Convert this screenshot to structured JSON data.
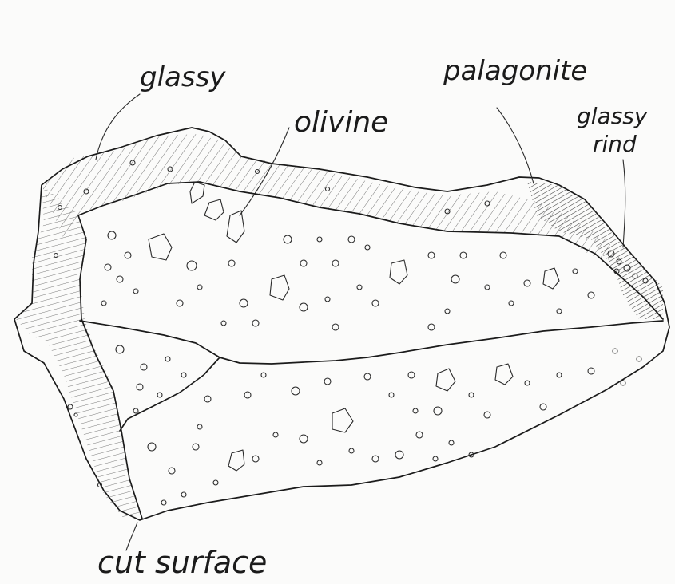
{
  "labels": {
    "glassy": "glassy",
    "olivine": "olivine",
    "palagonite": "palagonite",
    "glassy_rind_line1": "glassy",
    "glassy_rind_line2": "rind",
    "cut_surface": "cut surface"
  },
  "colors": {
    "ink": "#1b1b1b",
    "paper": "#fbfbfa",
    "hatch": "#6a6a6a"
  }
}
